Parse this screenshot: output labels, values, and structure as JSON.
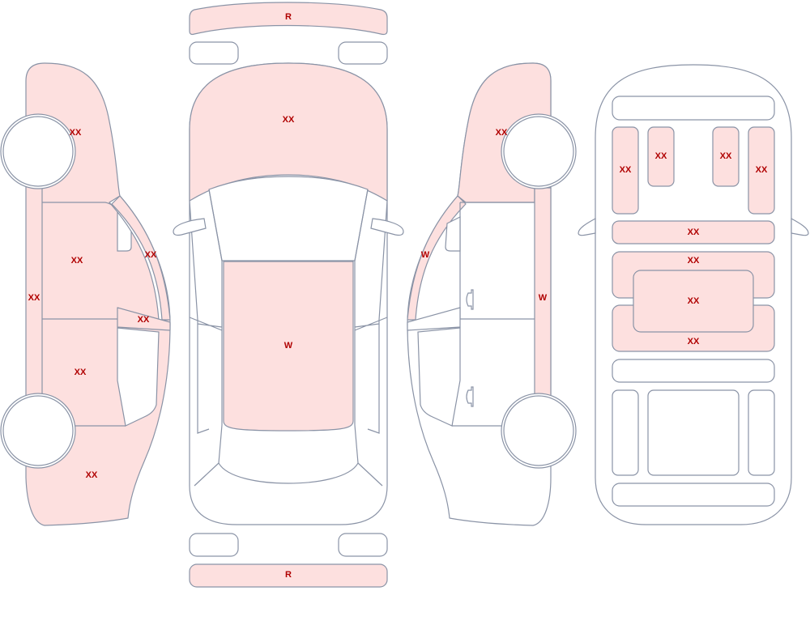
{
  "colors": {
    "damage_fill": "#fde0df",
    "outline": "#8a93a6",
    "label": "#b00000"
  },
  "labels": {
    "front_bumper": "R",
    "rear_bumper": "R",
    "hood": "XX",
    "roof": "W",
    "left_front_fender": "XX",
    "left_rocker": "XX",
    "left_front_door": "XX",
    "left_rear_door": "XX",
    "left_rear_quarter": "XX",
    "left_a_pillar": "XX",
    "left_b_pillar": "XX",
    "right_front_fender": "XX",
    "right_a_pillar": "W",
    "right_rocker": "W",
    "int_seat_fl": "XX",
    "int_seat_fr": "XX",
    "int_seat_rl": "XX",
    "int_seat_rr": "XX",
    "int_dash": "XX",
    "int_row_upper": "XX",
    "int_center": "XX",
    "int_row_lower": "XX"
  }
}
